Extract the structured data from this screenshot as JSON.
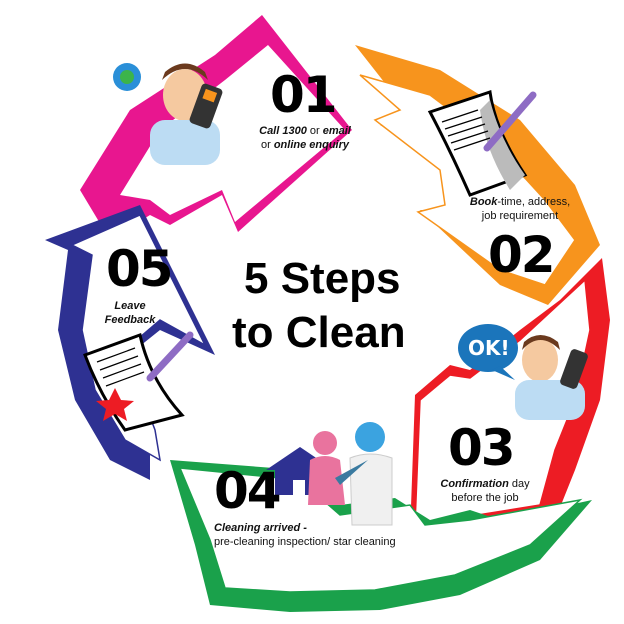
{
  "title": {
    "line1": "5 Steps",
    "line2": "to Clean"
  },
  "steps": [
    {
      "number": "01",
      "bold1": "Call 1300",
      "plain1": " or ",
      "bold2": "email",
      "plain2": "or ",
      "bold3": "online enquiry",
      "color": "#e8168f"
    },
    {
      "number": "02",
      "bold1": "Book",
      "plain1": "-time, address,",
      "plain2": "job requirement",
      "color": "#f7941d"
    },
    {
      "number": "03",
      "bold1": "Confirmation",
      "plain1": " day",
      "plain2": "before the job",
      "color": "#ed1c24"
    },
    {
      "number": "04",
      "bold1": "Cleaning arrived -",
      "plain2": "pre-cleaning inspection/ star cleaning",
      "color": "#1aa14b"
    },
    {
      "number": "05",
      "bold1": "Leave",
      "bold2": "Feedback",
      "color": "#2e3192"
    }
  ],
  "ok_bubble": "OK!"
}
